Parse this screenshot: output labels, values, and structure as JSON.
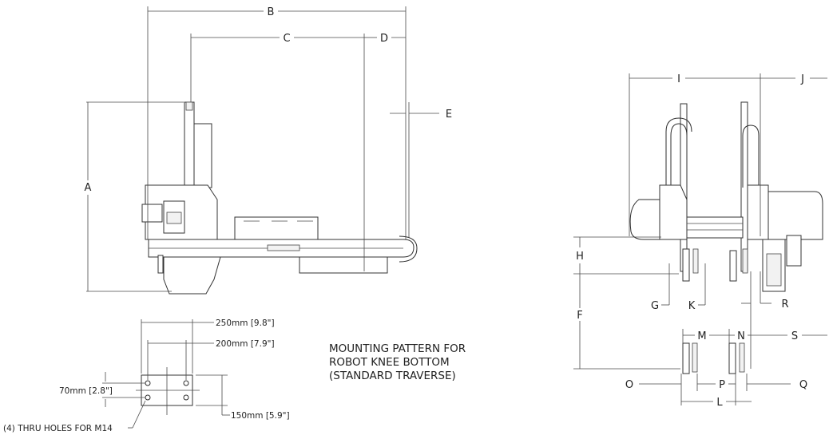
{
  "side_view_labels": {
    "a": "A",
    "b": "B",
    "c": "C",
    "d": "D",
    "e": "E"
  },
  "front_view_labels": {
    "i": "I",
    "j": "J",
    "h": "H",
    "f": "F",
    "g": "G",
    "k": "K",
    "r": "R",
    "m": "M",
    "n": "N",
    "s": "S",
    "o": "O",
    "p": "P",
    "q": "Q",
    "l": "L"
  },
  "mounting_pattern": {
    "dim_250": "250mm [9.8\"]",
    "dim_200": "200mm [7.9\"]",
    "dim_70": "70mm [2.8\"]",
    "dim_150": "150mm [5.9\"]",
    "holes_note": "(4) THRU HOLES FOR M14"
  },
  "mounting_title": {
    "line1": "MOUNTING PATTERN FOR",
    "line2": "ROBOT KNEE BOTTOM",
    "line3": "(STANDARD TRAVERSE)"
  },
  "colors": {
    "line": "#2e2e2e",
    "text": "#222222",
    "background": "#ffffff"
  }
}
